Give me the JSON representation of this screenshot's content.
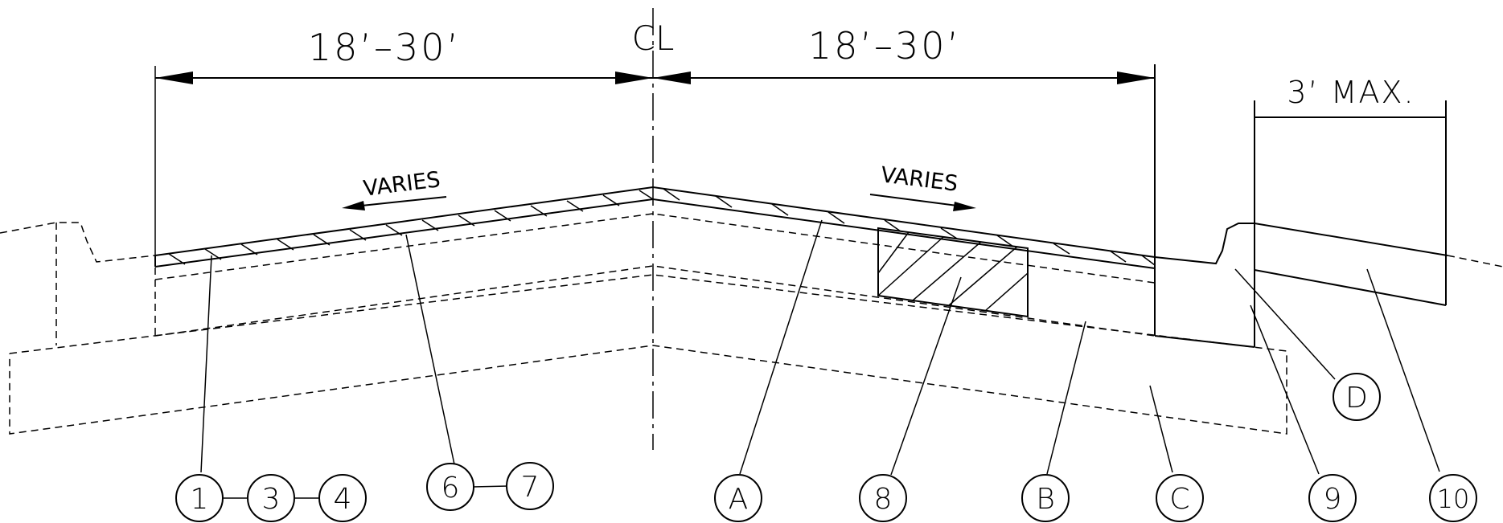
{
  "dimensions": {
    "left_width": "18’–30’",
    "right_width": "18’–30’",
    "max_offset": "3’ MAX."
  },
  "centerline_symbol": "CL",
  "slope_labels": {
    "left": "VARIES",
    "right": "VARIES"
  },
  "callouts": {
    "c1": "1",
    "c3": "3",
    "c4": "4",
    "c6": "6",
    "c7": "7",
    "cA": "A",
    "c8": "8",
    "cB": "B",
    "cC": "C",
    "c9": "9",
    "c10": "10",
    "cD": "D"
  }
}
